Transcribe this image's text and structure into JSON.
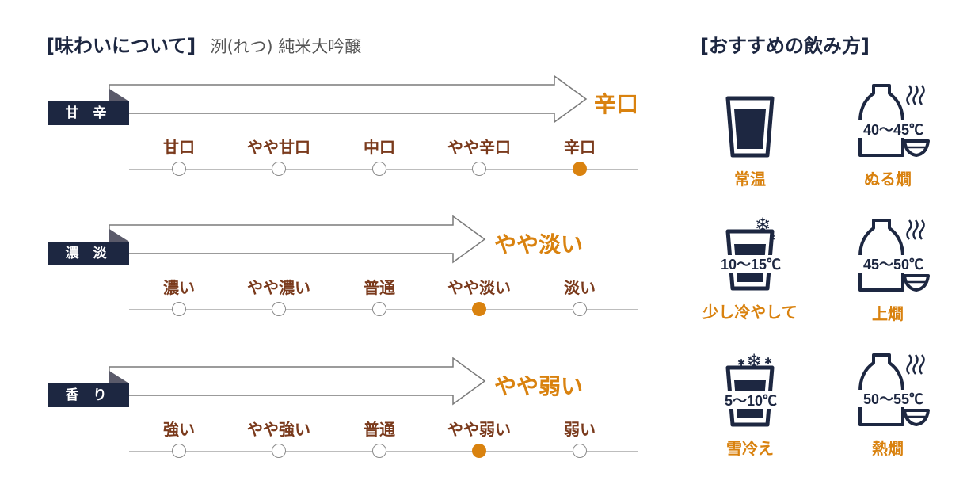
{
  "title": {
    "main": "[味わいについて]",
    "sub": "洌(れつ) 純米大吟醸"
  },
  "recommend_title": "[おすすめの飲み方]",
  "scales": [
    {
      "label": "甘 辛",
      "result": "辛口",
      "points": [
        "甘口",
        "やや甘口",
        "中口",
        "やや辛口",
        "辛口"
      ],
      "selected_index": 4
    },
    {
      "label": "濃 淡",
      "result": "やや淡い",
      "points": [
        "濃い",
        "やや濃い",
        "普通",
        "やや淡い",
        "淡い"
      ],
      "selected_index": 3
    },
    {
      "label": "香 り",
      "result": "やや弱い",
      "points": [
        "強い",
        "やや強い",
        "普通",
        "やや弱い",
        "弱い"
      ],
      "selected_index": 3
    }
  ],
  "serving": [
    {
      "name": "常温",
      "temp": "",
      "icon": "glass-icon"
    },
    {
      "name": "ぬる燗",
      "temp": "40〜45℃",
      "icon": "tokkuri-icon"
    },
    {
      "name": "少し冷やして",
      "temp": "10〜15℃",
      "icon": "glass-snowflake-icon"
    },
    {
      "name": "上燗",
      "temp": "45〜50℃",
      "icon": "tokkuri-icon"
    },
    {
      "name": "雪冷え",
      "temp": "5〜10℃",
      "icon": "glass-snowflakes-icon"
    },
    {
      "name": "熱燗",
      "temp": "50〜55℃",
      "icon": "tokkuri-icon"
    }
  ],
  "colors": {
    "navy": "#1d2741",
    "brown": "#7a3a1c",
    "accent": "#d9820f"
  }
}
